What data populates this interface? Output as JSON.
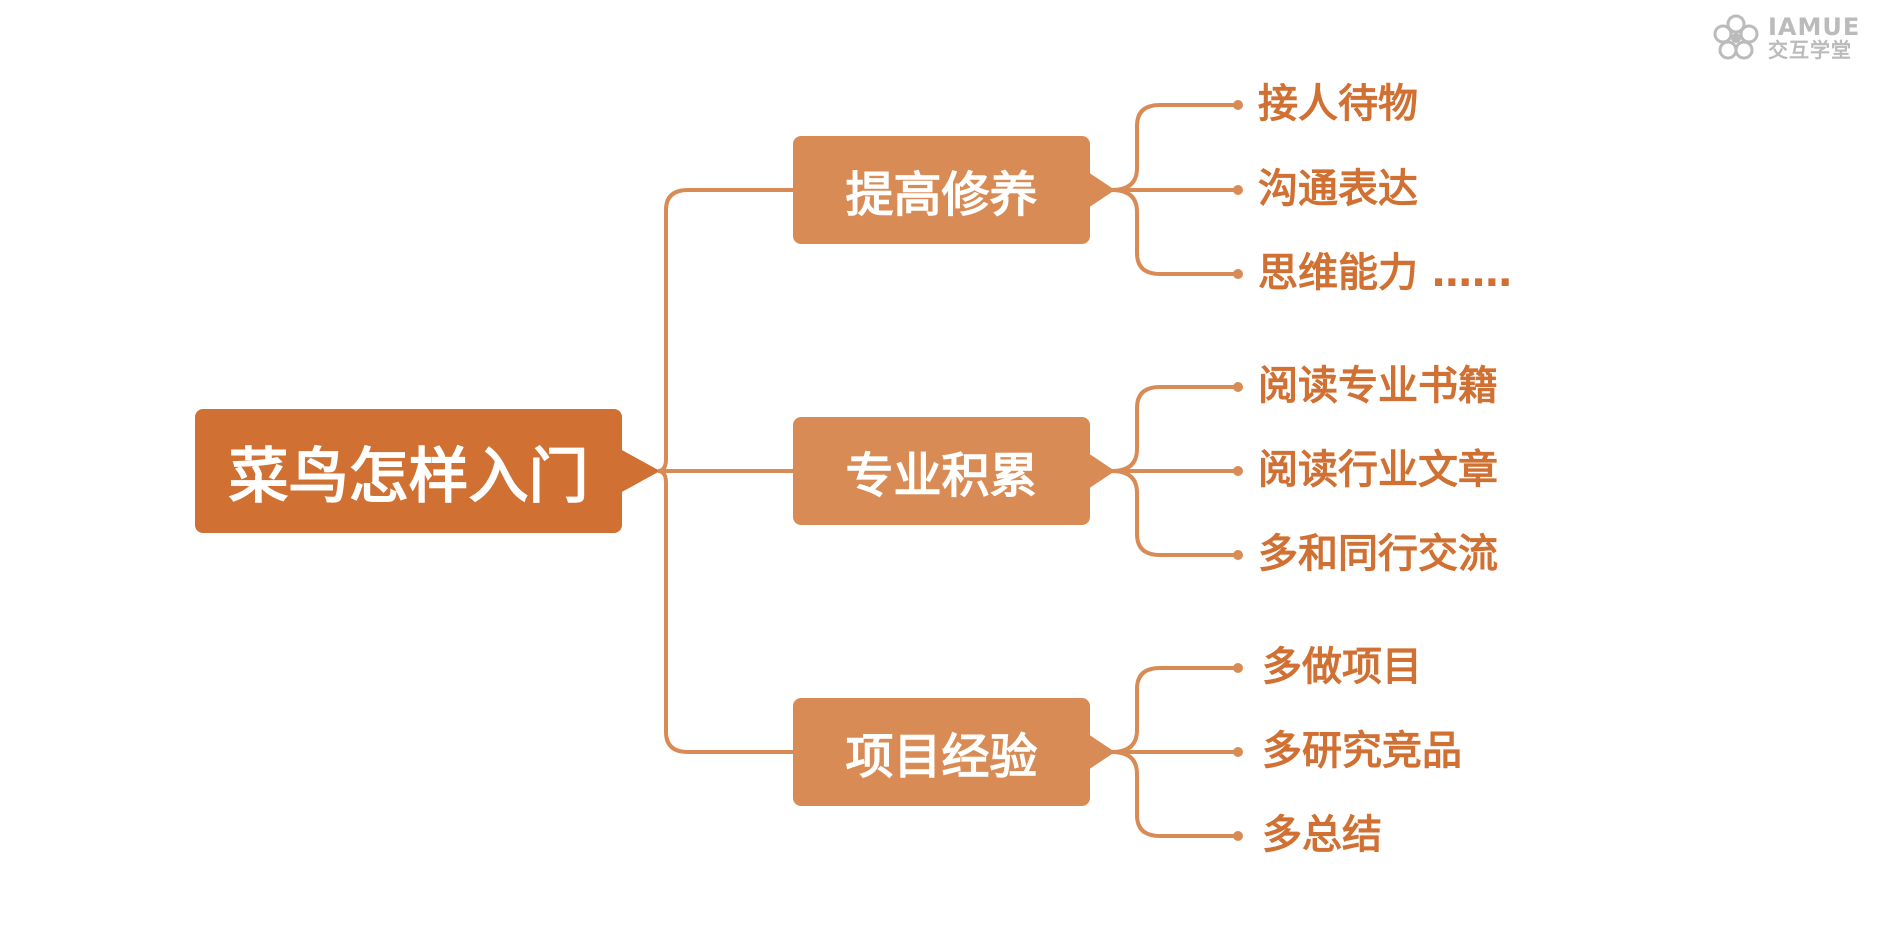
{
  "colors": {
    "root_fill": "#d07032",
    "branch_fill": "#d98b56",
    "line": "#d98b56",
    "leaf_text": "#d07032",
    "watermark": "#bbbbbb"
  },
  "watermark": {
    "brand": "IAMUE",
    "subtitle": "交互学堂",
    "icon": "flower-logo-icon"
  },
  "mindmap": {
    "root": "菜鸟怎样入门",
    "branches": [
      {
        "label": "提高修养",
        "leaves": [
          "接人待物",
          "沟通表达",
          "思维能力 ……"
        ]
      },
      {
        "label": "专业积累",
        "leaves": [
          "阅读专业书籍",
          "阅读行业文章",
          "多和同行交流"
        ]
      },
      {
        "label": "项目经验",
        "leaves": [
          "多做项目",
          "多研究竞品",
          "多总结"
        ]
      }
    ]
  }
}
